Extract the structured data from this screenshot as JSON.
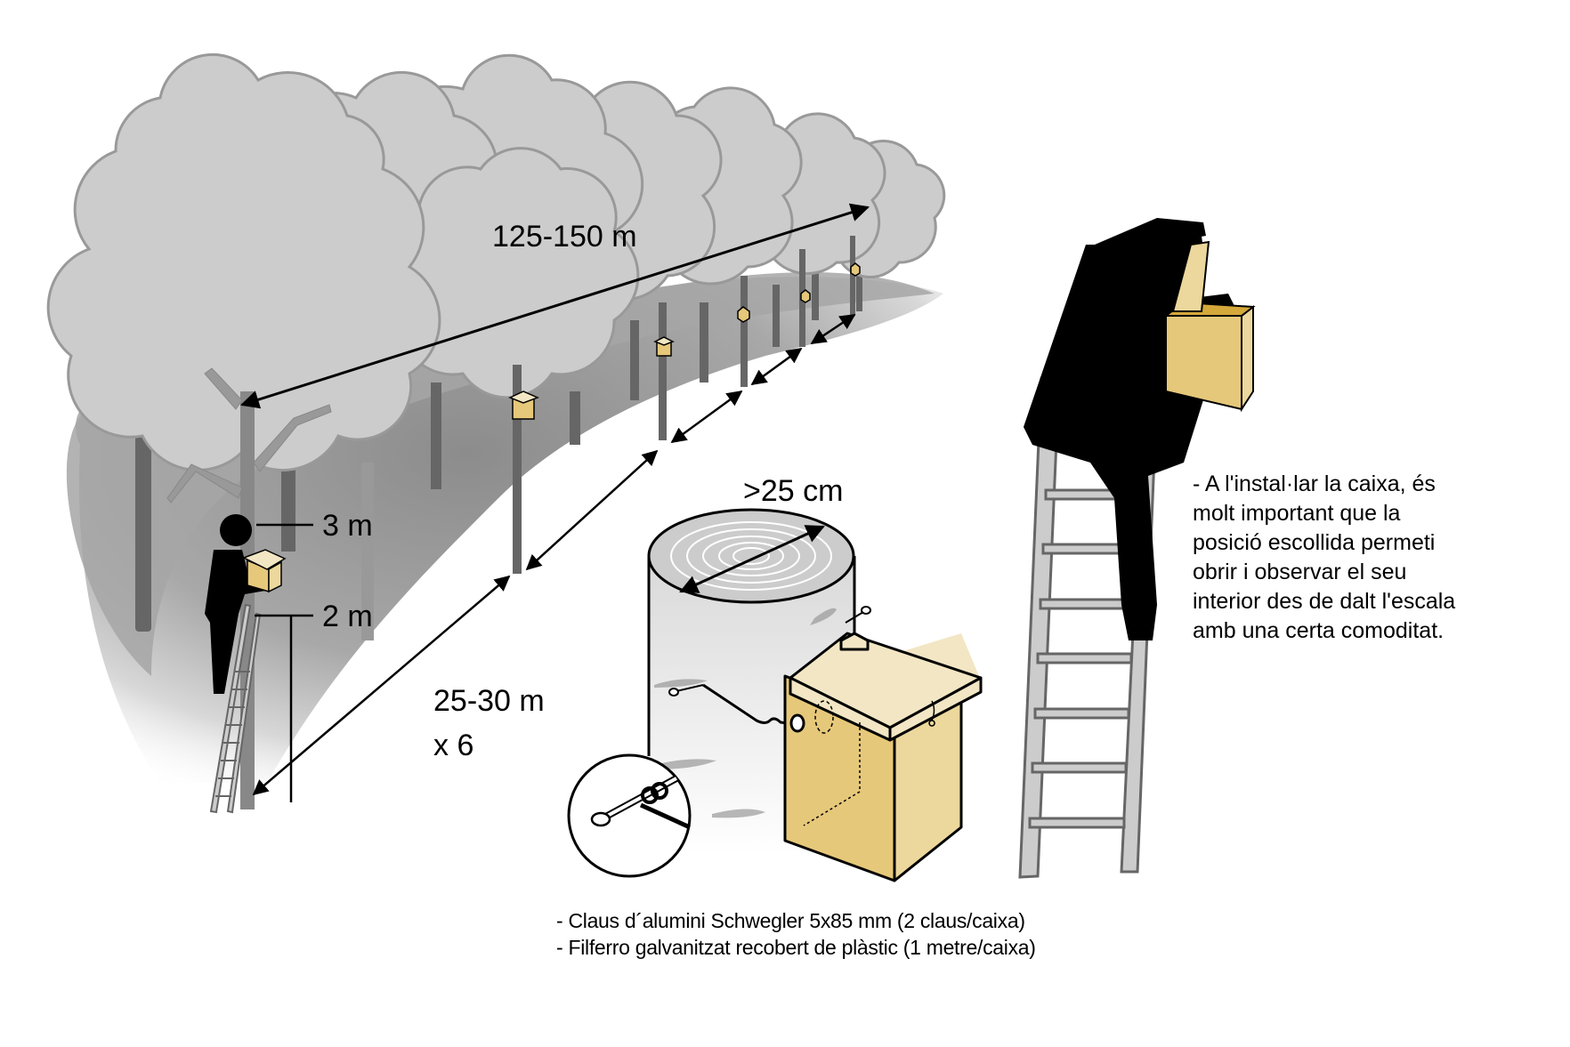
{
  "figure": {
    "title": "Nest box installation scheme",
    "colors": {
      "canopy": "#cccccc",
      "canopy_stroke": "#999999",
      "forest_shadow": "#a6a6a6",
      "trunk_dark": "#666666",
      "trunk_light": "#999999",
      "box_front": "#e6c87a",
      "box_side": "#ecd79c",
      "box_lid": "#f2e6c4",
      "ladder": "#cccccc",
      "ladder_stroke": "#666666",
      "silhouette": "#000000"
    },
    "labels": {
      "row_length": "125-150 m",
      "height_top": "3 m",
      "height_bottom": "2 m",
      "spacing": "25-30 m",
      "spacing_count": "x 6",
      "trunk_diameter": ">25 cm"
    },
    "install_note": {
      "lines": [
        "- A l'instal·lar la caixa, és",
        "molt important que la",
        "posició escollida permeti",
        "obrir i observar el seu",
        "interior des de dalt l'escala",
        "amb una certa comoditat."
      ]
    },
    "materials_note": {
      "lines": [
        "- Claus d´alumini Schwegler 5x85 mm (2 claus/caixa)",
        "- Filferro galvanitzat recobert de plàstic (1 metre/caixa)"
      ]
    }
  }
}
